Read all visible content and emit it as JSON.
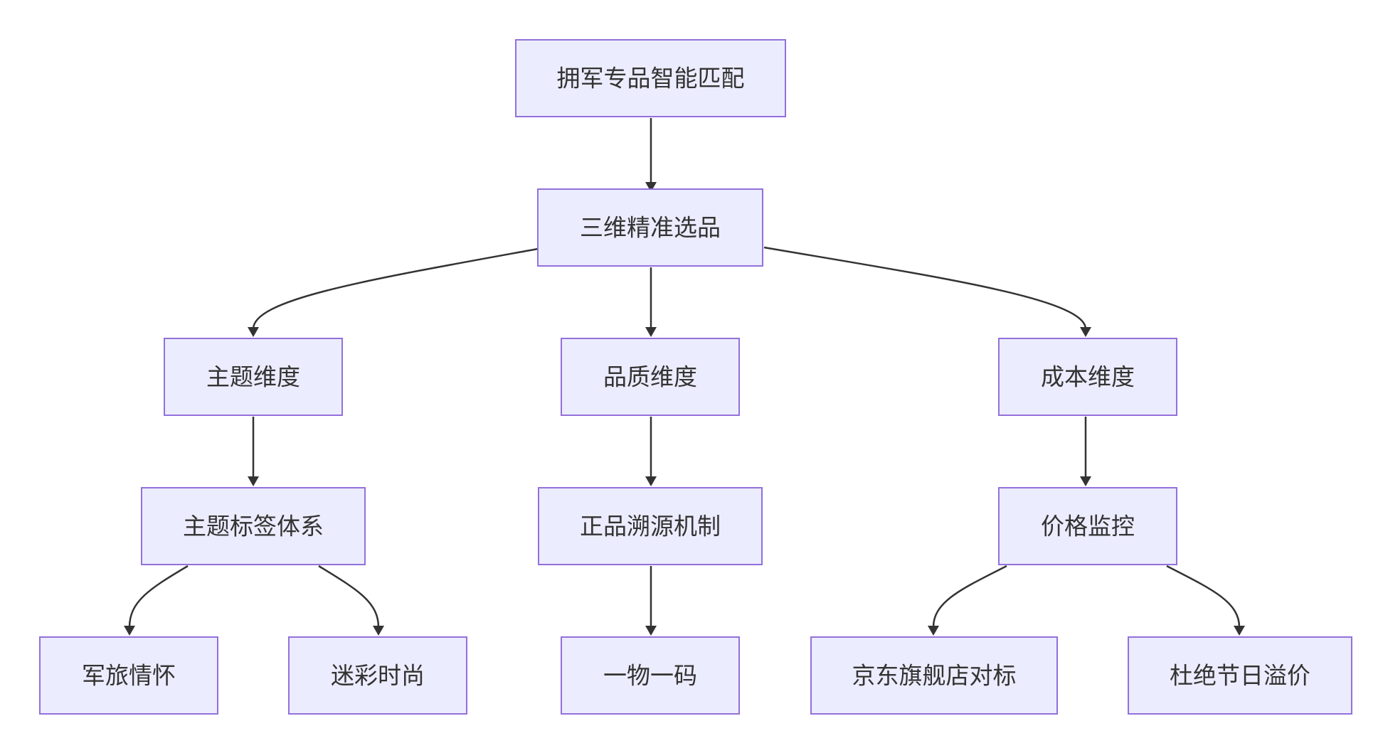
{
  "diagram": {
    "nodes": {
      "root": "拥军专品智能匹配",
      "select": "三维精准选品",
      "theme": "主题维度",
      "quality": "品质维度",
      "cost": "成本维度",
      "theme_tags": "主题标签体系",
      "authentic": "正品溯源机制",
      "price_monitor": "价格监控",
      "military": "军旅情怀",
      "camo": "迷彩时尚",
      "one_code": "一物一码",
      "jd_benchmark": "京东旗舰店对标",
      "holiday": "杜绝节日溢价"
    },
    "edges": [
      [
        "root",
        "select"
      ],
      [
        "select",
        "theme"
      ],
      [
        "select",
        "quality"
      ],
      [
        "select",
        "cost"
      ],
      [
        "theme",
        "theme_tags"
      ],
      [
        "quality",
        "authentic"
      ],
      [
        "cost",
        "price_monitor"
      ],
      [
        "theme_tags",
        "military"
      ],
      [
        "theme_tags",
        "camo"
      ],
      [
        "authentic",
        "one_code"
      ],
      [
        "price_monitor",
        "jd_benchmark"
      ],
      [
        "price_monitor",
        "holiday"
      ]
    ]
  }
}
